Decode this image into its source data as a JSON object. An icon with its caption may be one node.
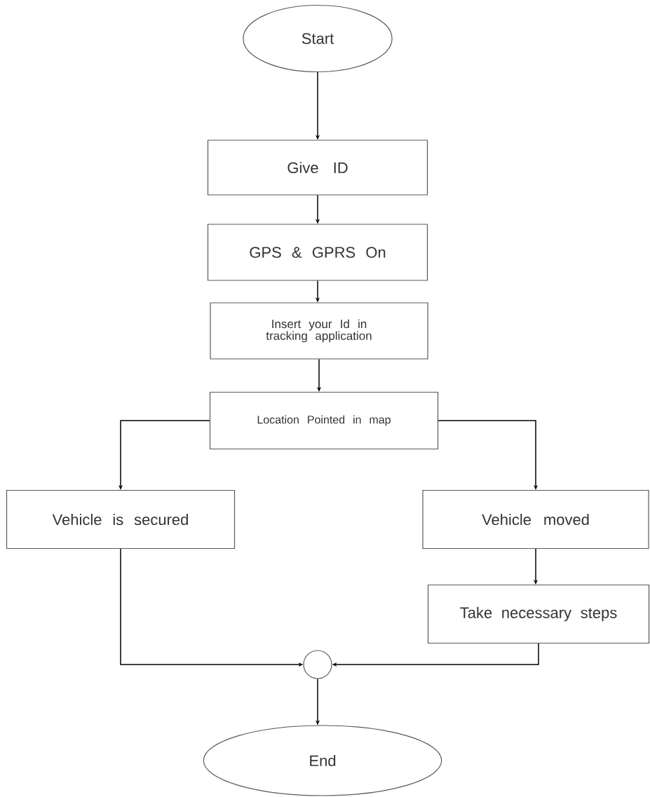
{
  "diagram": {
    "nodes": [
      {
        "text": [
          "Start"
        ]
      },
      {
        "text": [
          "Give ID"
        ]
      },
      {
        "text": [
          "GPS & GPRS On"
        ]
      },
      {
        "text": [
          "Insert your Id in tracking application"
        ]
      },
      {
        "text": [
          "Location Pointed in map"
        ]
      },
      {
        "text": [
          "Vehicle is secured"
        ]
      },
      {
        "text": [
          "Vehicle moved"
        ]
      },
      {
        "text": [
          "Take necessary steps"
        ]
      },
      {
        "text": [],
        "shape": "circle"
      },
      {
        "text": [
          "End"
        ]
      }
    ],
    "edges": [
      {
        "from": 0,
        "to": 1,
        "arrow": "to"
      },
      {
        "from": 1,
        "to": 2,
        "arrow": "to"
      },
      {
        "from": 2,
        "to": 3,
        "arrow": "to"
      },
      {
        "from": 3,
        "to": 4,
        "arrow": "to"
      },
      {
        "from": 4,
        "to": 5,
        "arrow": "to"
      },
      {
        "from": 4,
        "to": 6,
        "arrow": "to"
      },
      {
        "from": 6,
        "to": 7,
        "arrow": "to"
      },
      {
        "from": 5,
        "to": 8,
        "arrow": "to"
      },
      {
        "from": 7,
        "to": 8,
        "arrow": "to"
      },
      {
        "from": 8,
        "to": 9,
        "arrow": "to"
      }
    ]
  }
}
